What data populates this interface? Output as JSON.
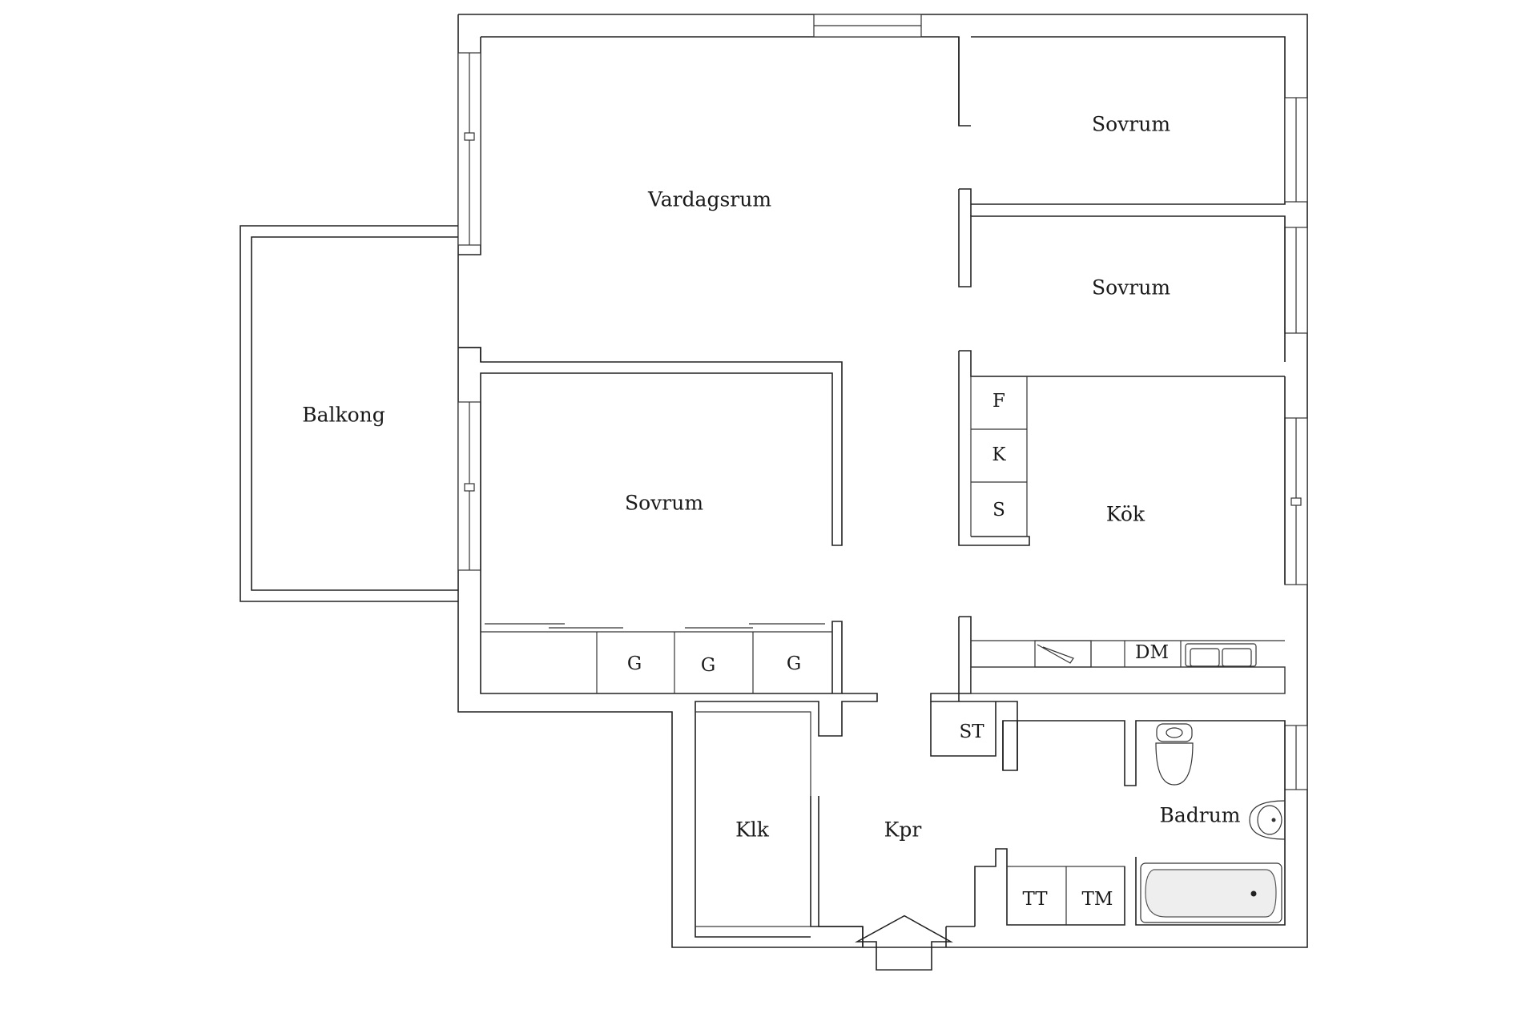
{
  "rooms": {
    "vardagsrum": "Vardagsrum",
    "sovrum_top": "Sovrum",
    "sovrum_mid": "Sovrum",
    "sovrum_left": "Sovrum",
    "balkong": "Balkong",
    "kok": "Kök",
    "badrum": "Badrum",
    "klk": "Klk",
    "kpr": "Kpr"
  },
  "fixtures": {
    "fridge": "F",
    "freezer": "K",
    "s_cabinet": "S",
    "wardrobe_1": "G",
    "wardrobe_2": "G",
    "wardrobe_3": "G",
    "dishwasher": "DM",
    "storage": "ST",
    "dryer": "TT",
    "washer": "TM"
  },
  "colors": {
    "wall": "#222222",
    "background": "#ffffff",
    "text": "#1a1a1a"
  },
  "icons": [
    "entrance-arrow-icon",
    "toilet-icon",
    "sink-icon",
    "bathtub-icon",
    "kitchen-sink-icon",
    "stove-icon"
  ]
}
